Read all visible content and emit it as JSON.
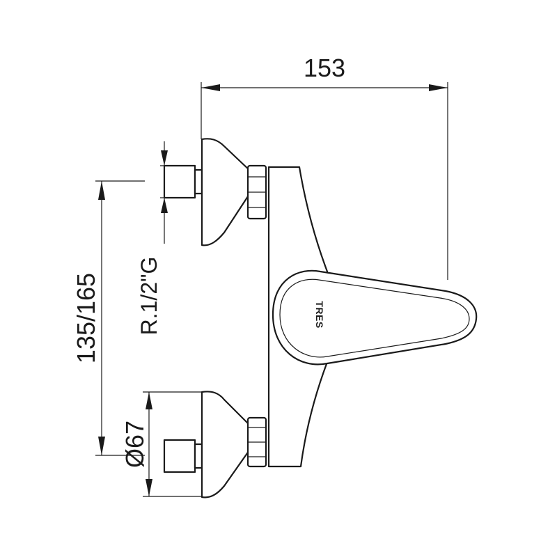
{
  "dimensions": {
    "width_label": "153",
    "centers_label": "135/165",
    "thread_label": "R.1/2\"G",
    "diameter_label": "Ø67"
  },
  "logo_text": "TRES",
  "colors": {
    "line": "#1a1a1a",
    "background": "#ffffff"
  }
}
